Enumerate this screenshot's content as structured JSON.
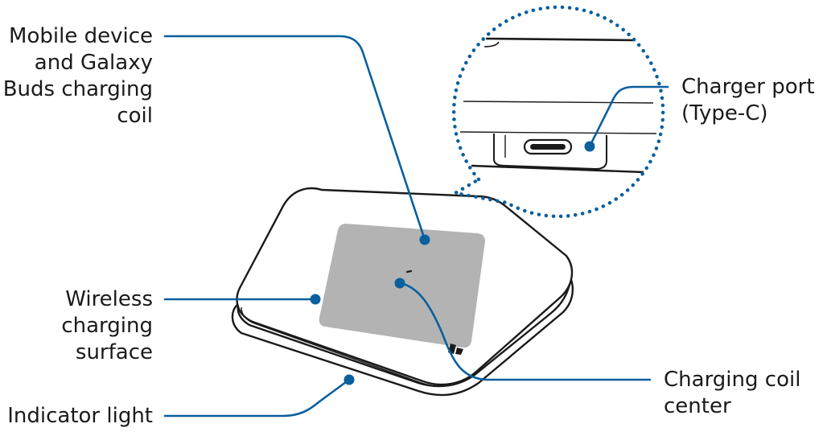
{
  "labels": {
    "coil": [
      "Mobile device",
      "and Galaxy",
      "Buds charging",
      "coil"
    ],
    "port": [
      "Charger port",
      "(Type-C)"
    ],
    "surface": [
      "Wireless",
      "charging",
      "surface"
    ],
    "center": [
      "Charging coil",
      "center"
    ],
    "indicator": [
      "Indicator light"
    ]
  },
  "colors": {
    "callout": "#0a5f9e",
    "outline": "#1a1a1a",
    "pad_fill": "#ffffff",
    "coil_fill": "#b3b3b3",
    "text": "#1a1a1a"
  }
}
